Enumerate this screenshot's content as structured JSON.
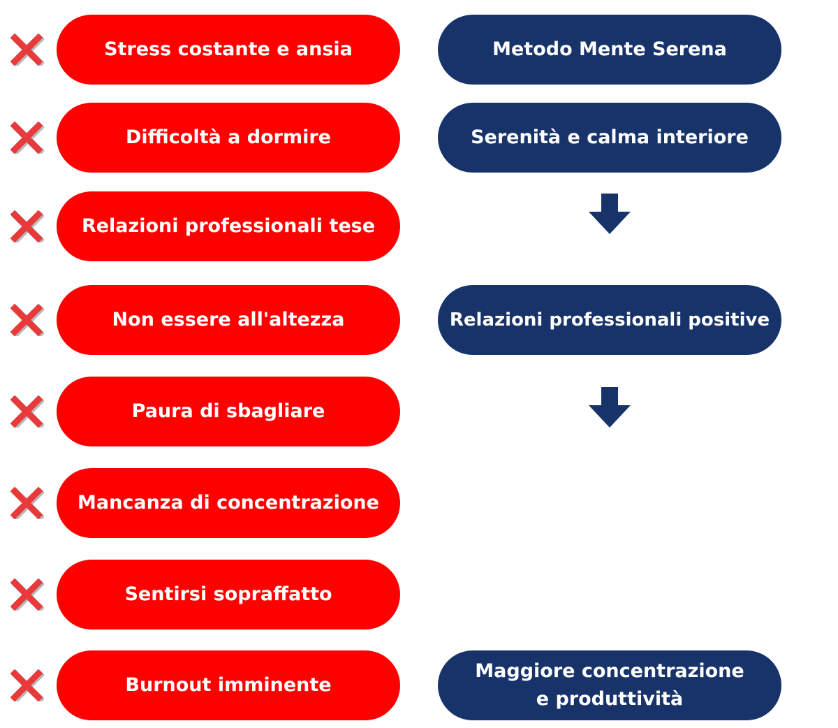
{
  "problems": [
    {
      "label": "Stress costante e ansia",
      "icon": "x-mark-icon"
    },
    {
      "label": "Difficoltà a dormire",
      "icon": "x-mark-icon"
    },
    {
      "label": "Relazioni professionali tese",
      "icon": "x-mark-icon"
    },
    {
      "label": "Non essere all'altezza",
      "icon": "x-mark-icon"
    },
    {
      "label": "Paura di sbagliare",
      "icon": "x-mark-icon"
    },
    {
      "label": "Mancanza di concentrazione",
      "icon": "x-mark-icon"
    },
    {
      "label": "Sentirsi sopraffatto",
      "icon": "x-mark-icon"
    },
    {
      "label": "Burnout imminente",
      "icon": "x-mark-icon"
    }
  ],
  "solutions": {
    "method": "Metodo Mente Serena",
    "serenity": "Serenità e calma interiore",
    "relations": "Relazioni professionali positive",
    "focus_line1": "Maggiore concentrazione",
    "focus_line2": "e produttività"
  },
  "icons": {
    "cross": "x-mark-icon",
    "flow": "arrow-down-icon"
  },
  "colors": {
    "problem": "#fe0000",
    "solution": "#17336a",
    "cross": "#e83a3a"
  }
}
